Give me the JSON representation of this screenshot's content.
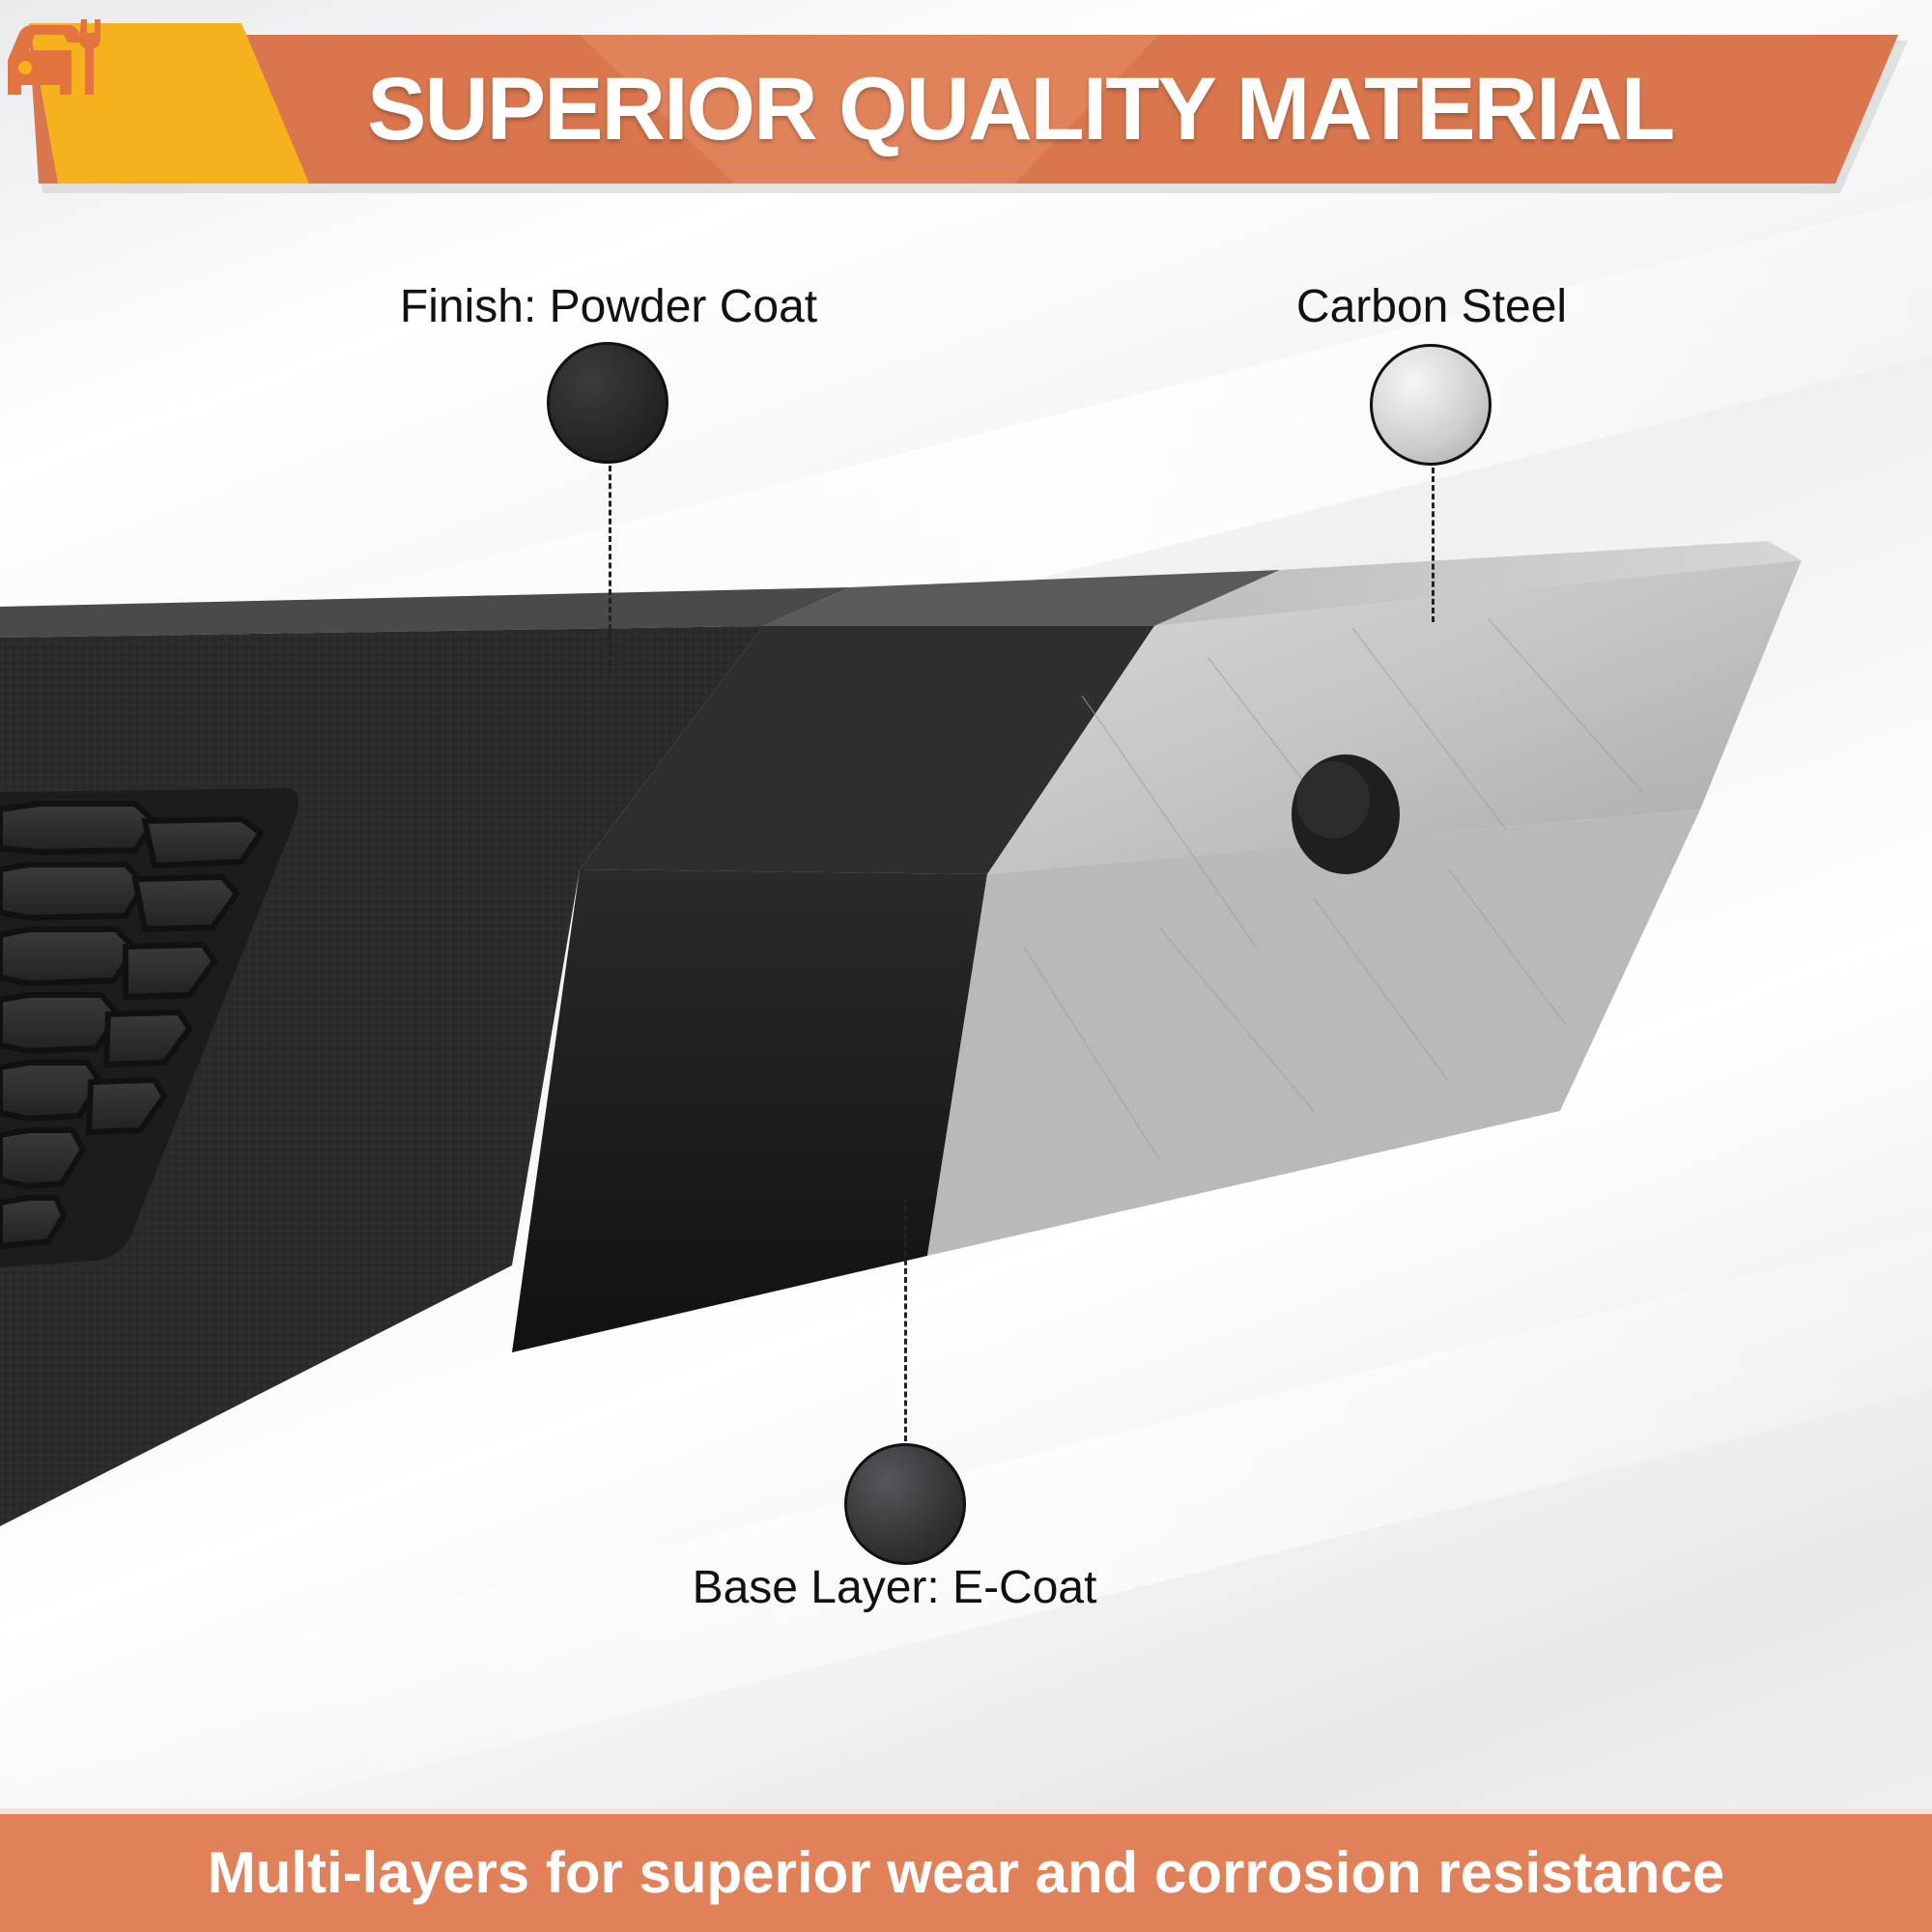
{
  "header": {
    "title": "SUPERIOR QUALITY MATERIAL",
    "icon": "car-wrench-icon",
    "colors": {
      "banner": "#d9764d",
      "banner_light": "#e58e68",
      "icon_tab": "#f5b21c",
      "icon_glyph": "#e4743f"
    }
  },
  "callouts": {
    "finish": {
      "label": "Finish: Powder Coat",
      "swatch": "textured-black-swatch"
    },
    "steel": {
      "label": "Carbon Steel",
      "swatch": "brushed-steel-swatch"
    },
    "base": {
      "label": "Base Layer: E-Coat",
      "swatch": "matte-black-swatch"
    }
  },
  "footer": {
    "text": "Multi-layers for superior wear and corrosion resistance",
    "color": "#e1815a"
  }
}
